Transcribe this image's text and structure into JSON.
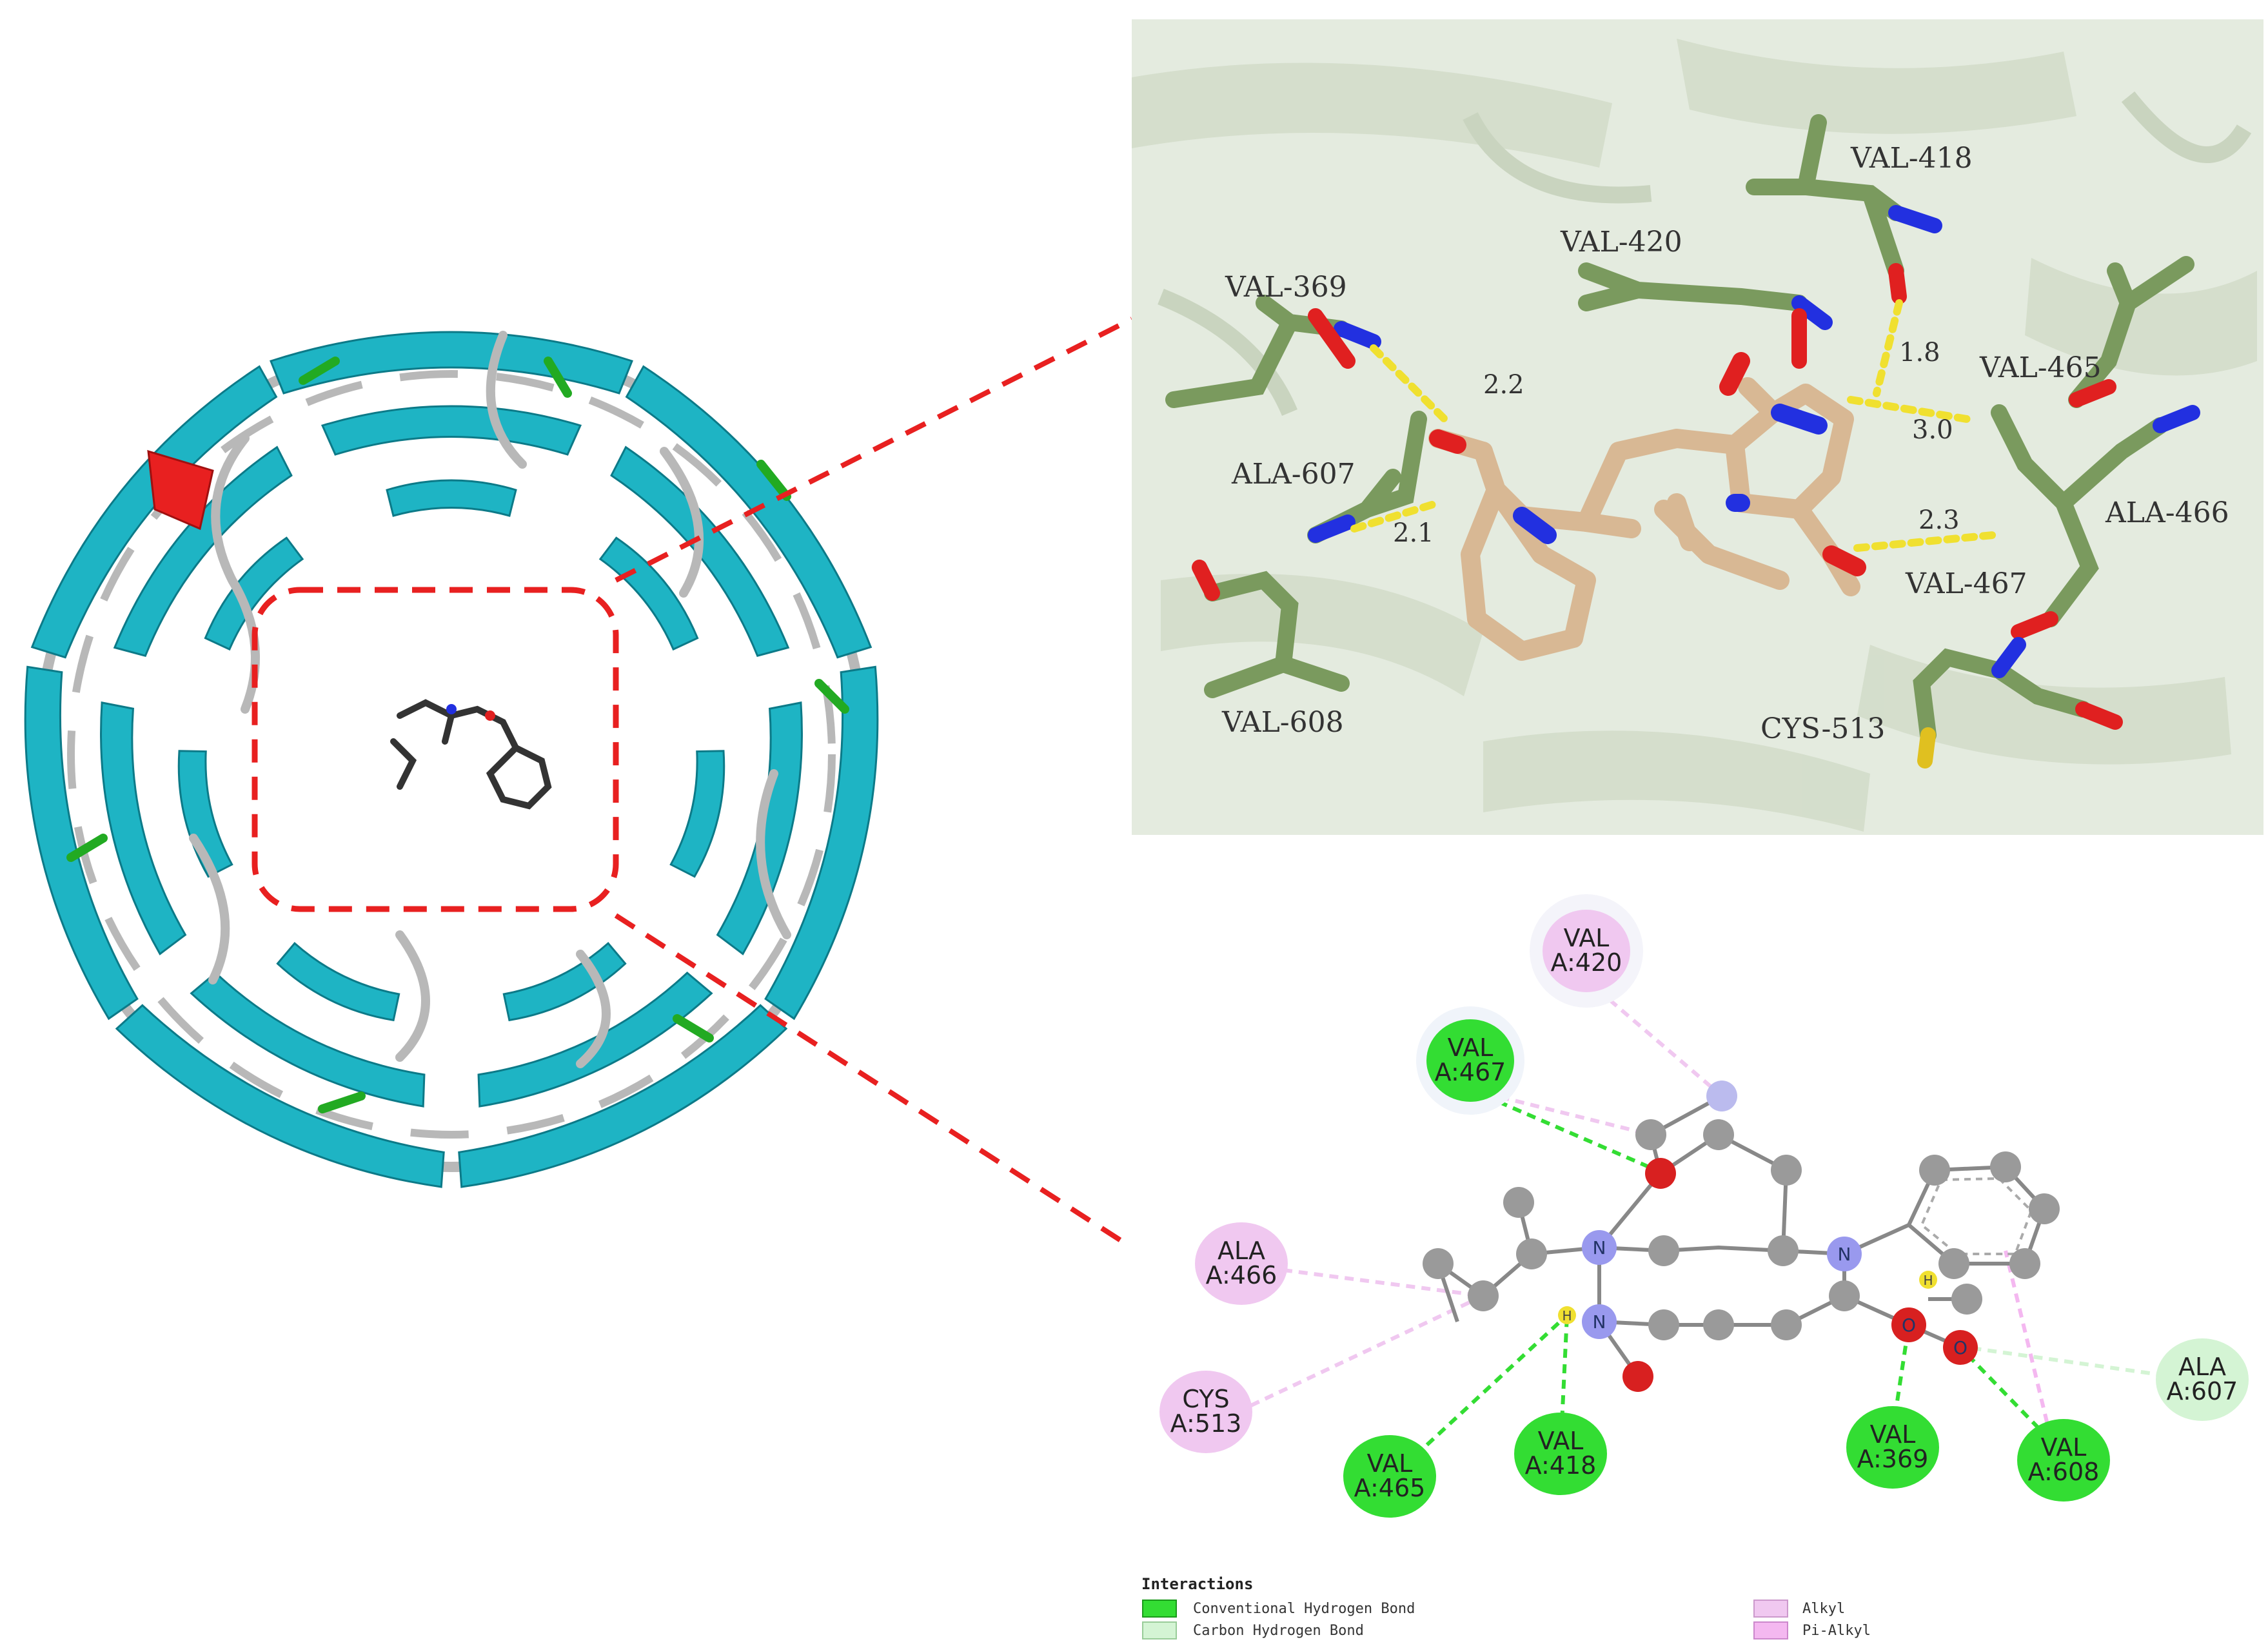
{
  "colors": {
    "helix": "#1eb4c4",
    "coil": "#b8b8b8",
    "turn": "#22aa22",
    "highlight": "#e82020",
    "ligand_carbon": "#d8b894",
    "residue_carbon": "#7a9a5e",
    "nitrogen": "#2230e0",
    "oxygen": "#e02020",
    "hbond_dash": "#f0e030",
    "conventional_hbond": "#33dd33",
    "carbon_hbond": "#d4f4d4",
    "alkyl": "#f0c8f0",
    "pi_alkyl": "#f4b8f0",
    "atom_gray": "#9a9a9a",
    "atom_n": "#9999ee",
    "atom_o": "#d82020"
  },
  "residues_3d": [
    {
      "id": "val418",
      "label": "VAL-418"
    },
    {
      "id": "val420",
      "label": "VAL-420"
    },
    {
      "id": "val369",
      "label": "VAL-369"
    },
    {
      "id": "val465",
      "label": "VAL-465"
    },
    {
      "id": "ala607",
      "label": "ALA-607"
    },
    {
      "id": "ala466",
      "label": "ALA-466"
    },
    {
      "id": "val467",
      "label": "VAL-467"
    },
    {
      "id": "val608",
      "label": "VAL-608"
    },
    {
      "id": "cys513",
      "label": "CYS-513"
    }
  ],
  "distances_3d": [
    {
      "id": "d1",
      "value": "1.8"
    },
    {
      "id": "d2",
      "value": "2.2"
    },
    {
      "id": "d3",
      "value": "3.0"
    },
    {
      "id": "d4",
      "value": "2.1"
    },
    {
      "id": "d5",
      "value": "2.3"
    }
  ],
  "residues_2d": [
    {
      "id": "r420",
      "line1": "VAL",
      "line2": "A:420",
      "type": "alkyl"
    },
    {
      "id": "r467",
      "line1": "VAL",
      "line2": "A:467",
      "type": "conventional_hbond"
    },
    {
      "id": "r466",
      "line1": "ALA",
      "line2": "A:466",
      "type": "alkyl"
    },
    {
      "id": "r513",
      "line1": "CYS",
      "line2": "A:513",
      "type": "alkyl"
    },
    {
      "id": "r465",
      "line1": "VAL",
      "line2": "A:465",
      "type": "conventional_hbond"
    },
    {
      "id": "r418",
      "line1": "VAL",
      "line2": "A:418",
      "type": "conventional_hbond"
    },
    {
      "id": "r369",
      "line1": "VAL",
      "line2": "A:369",
      "type": "conventional_hbond"
    },
    {
      "id": "r608",
      "line1": "VAL",
      "line2": "A:608",
      "type": "conventional_hbond"
    },
    {
      "id": "r607",
      "line1": "ALA",
      "line2": "A:607",
      "type": "carbon_hbond"
    }
  ],
  "atoms_2d": {
    "nitrogen": "N",
    "oxygen": "O",
    "hydrogen": "H"
  },
  "legend": {
    "title": "Interactions",
    "items": [
      {
        "id": "conv",
        "label": "Conventional Hydrogen Bond"
      },
      {
        "id": "carb",
        "label": "Carbon Hydrogen Bond"
      },
      {
        "id": "alkyl",
        "label": "Alkyl"
      },
      {
        "id": "pialkyl",
        "label": "Pi-Alkyl"
      }
    ]
  }
}
